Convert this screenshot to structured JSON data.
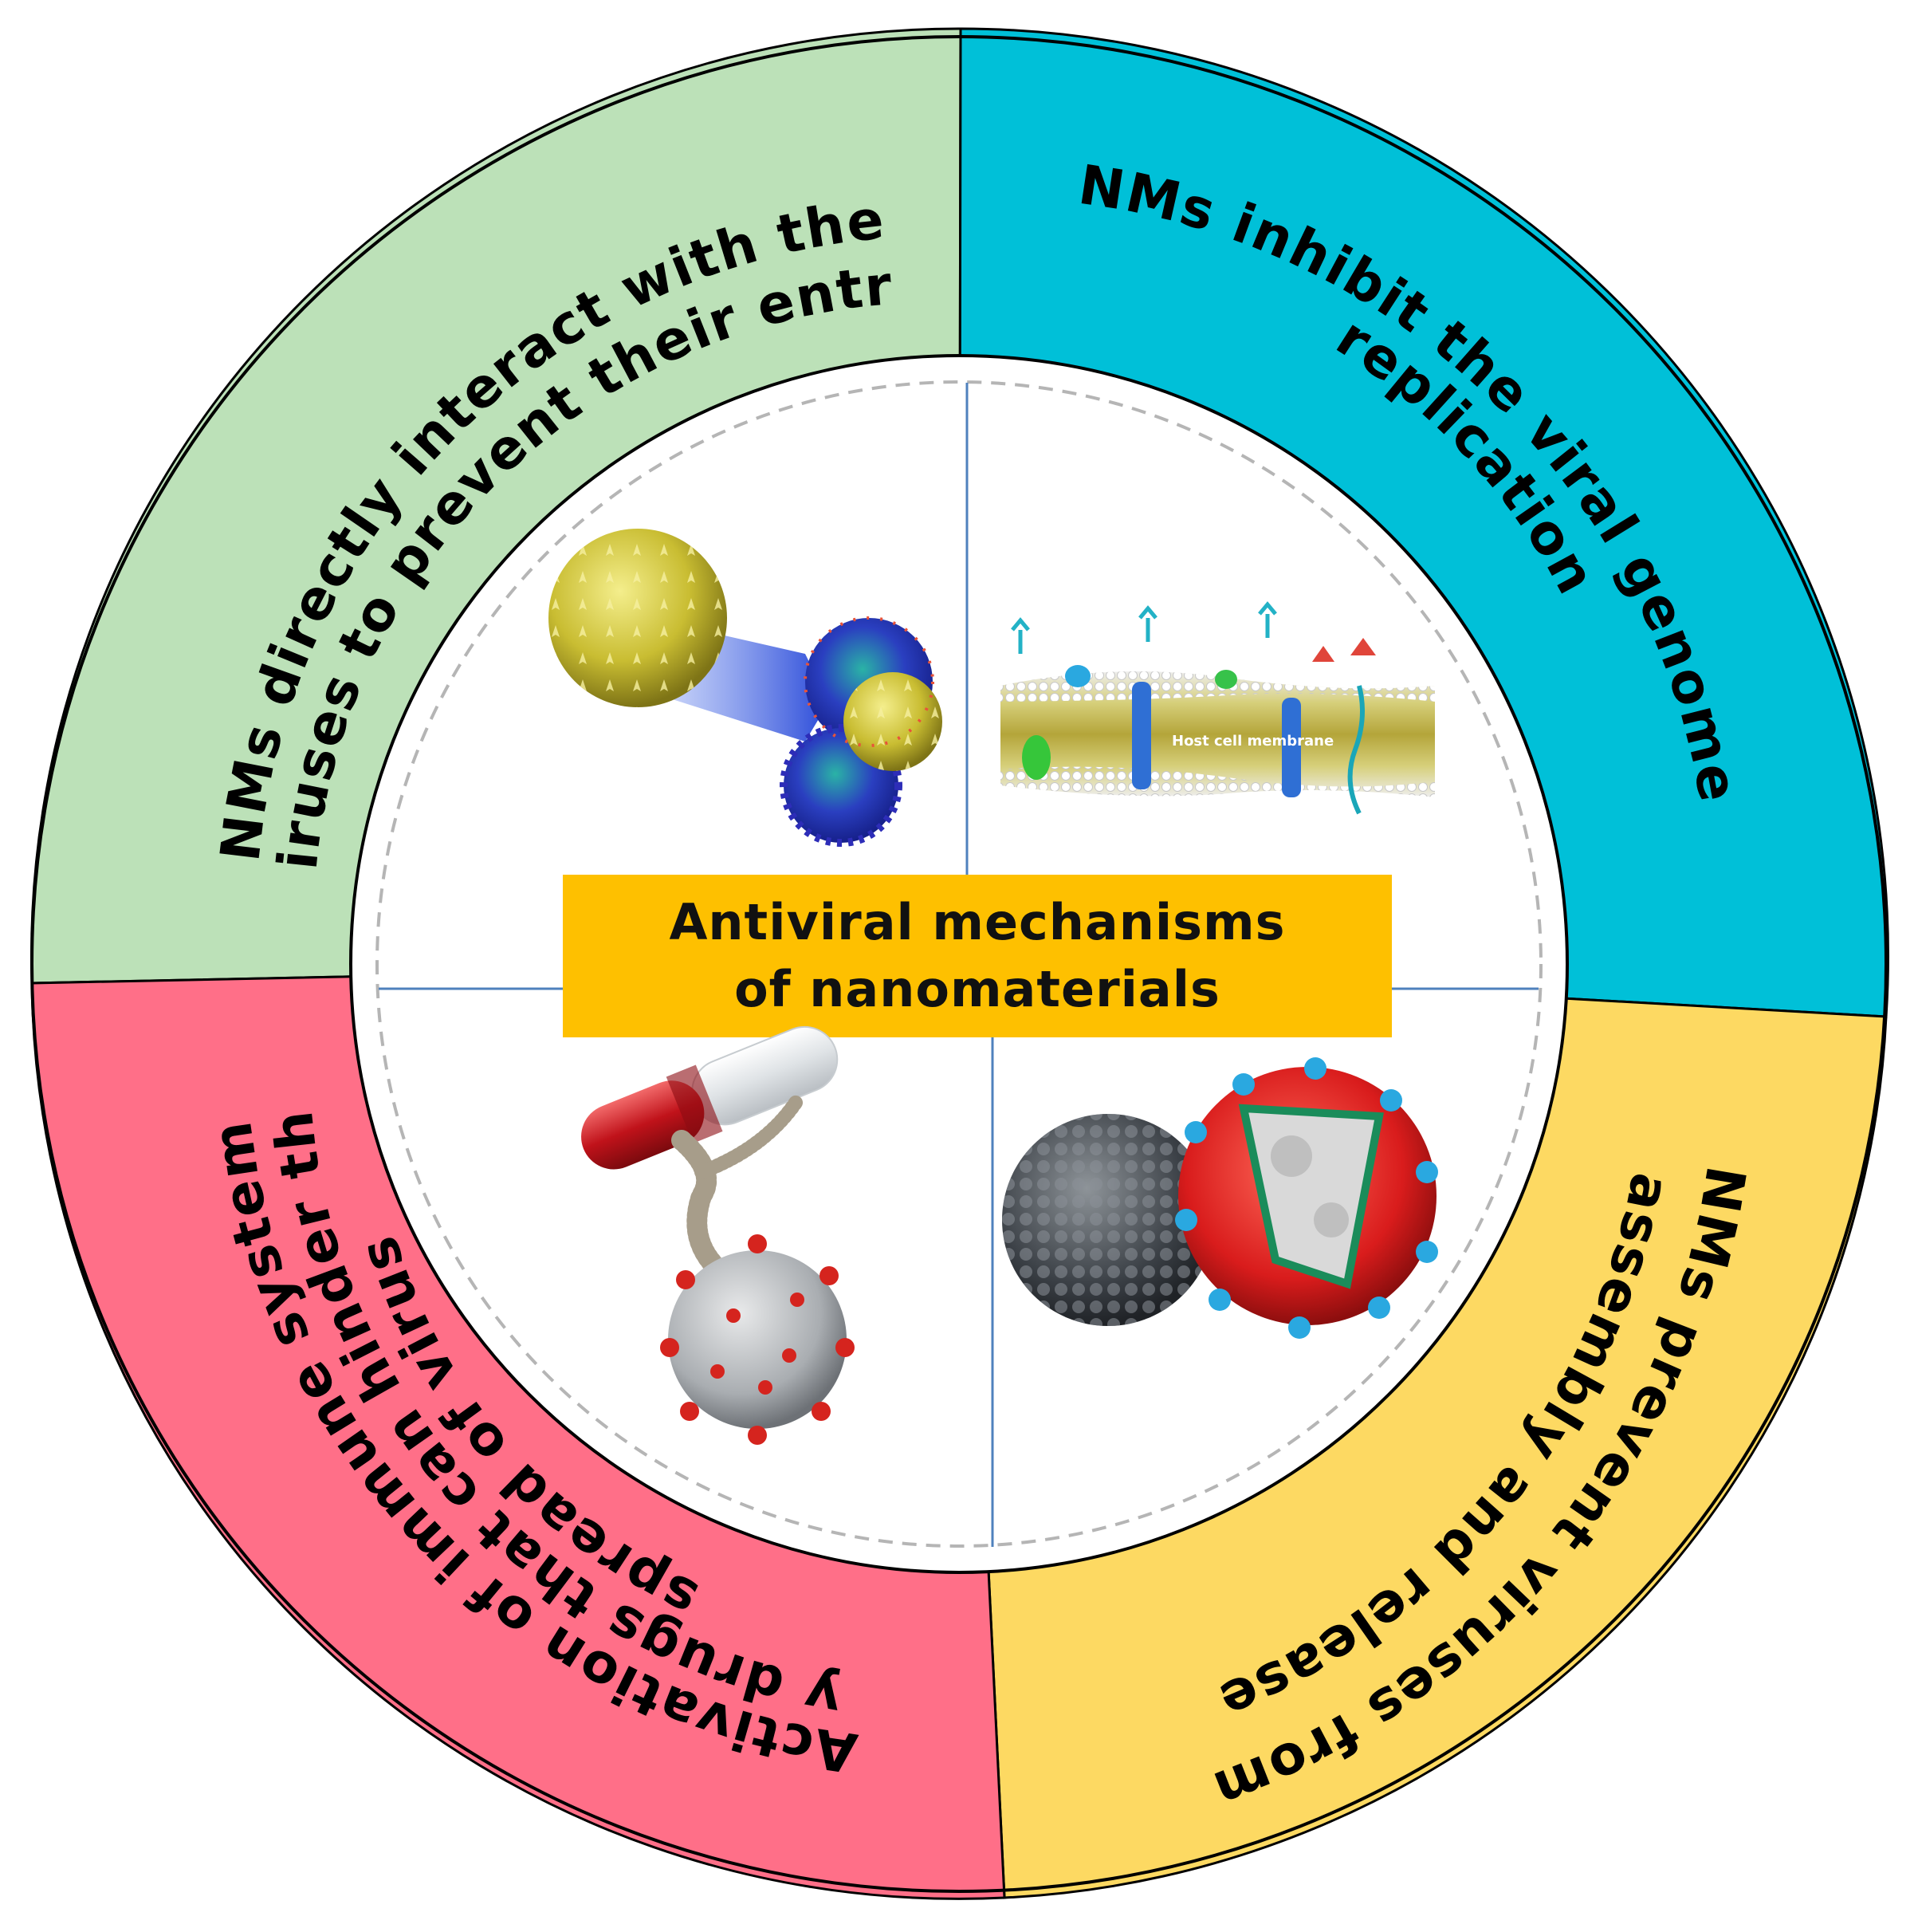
{
  "title": {
    "line1": "Antiviral mechanisms",
    "line2": "of nanomaterials"
  },
  "colors": {
    "top_left": "#bce1b8",
    "top_right": "#00c0d8",
    "bottom_left": "#ff6f88",
    "bottom_right": "#fdd962",
    "center_box": "#fec000",
    "divider": "#4f81bd"
  },
  "quadrants": {
    "top_left": {
      "line1": "NMs directly interact with the",
      "line2": "viruses to prevent their entry"
    },
    "top_right": {
      "line1": "NMs inhibit the viral genome",
      "line2": "replication"
    },
    "bottom_left": {
      "line1": "Activation of immune system",
      "line2": "by drugs that can hinder the",
      "line3": "spread of virus"
    },
    "bottom_right": {
      "line1": "NMs prevent viruses from",
      "line2": "assembly and release"
    }
  },
  "membrane_label": "Host cell membrane",
  "icons": {
    "top_left": "nanoparticle-virus-binding-illustration",
    "top_right": "host-cell-membrane-illustration",
    "bottom_left": "drug-capsule-virus-illustration",
    "bottom_right": "nanoparticle-virus-assembly-illustration"
  }
}
